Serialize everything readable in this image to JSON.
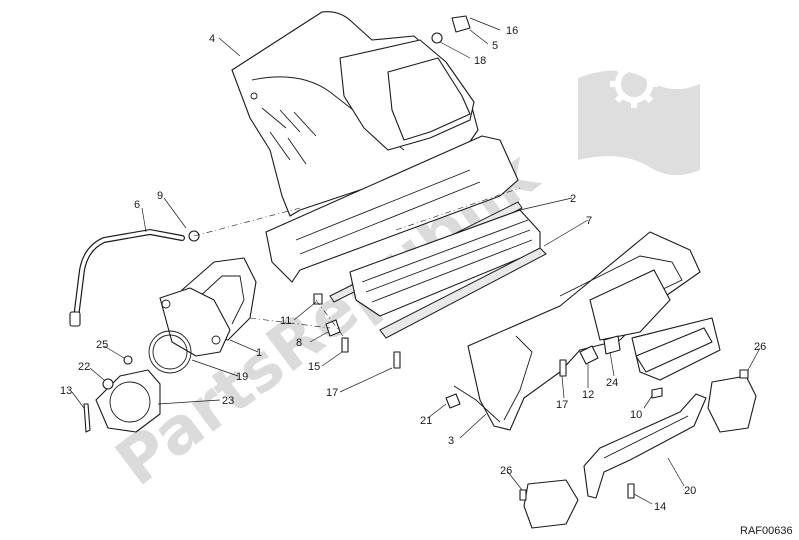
{
  "watermark": {
    "text": "PartsRepublik"
  },
  "drawing_code": "RAF00636",
  "colors": {
    "line": "#1a1a1a",
    "watermark": "#cfcfcf",
    "background": "#ffffff"
  },
  "callouts": [
    {
      "id": "c1",
      "label": "1"
    },
    {
      "id": "c2",
      "label": "2"
    },
    {
      "id": "c3",
      "label": "3"
    },
    {
      "id": "c4",
      "label": "4"
    },
    {
      "id": "c5",
      "label": "5"
    },
    {
      "id": "c6",
      "label": "6"
    },
    {
      "id": "c7",
      "label": "7"
    },
    {
      "id": "c8",
      "label": "8"
    },
    {
      "id": "c9",
      "label": "9"
    },
    {
      "id": "c10",
      "label": "10"
    },
    {
      "id": "c11",
      "label": "11"
    },
    {
      "id": "c12",
      "label": "12"
    },
    {
      "id": "c13",
      "label": "13"
    },
    {
      "id": "c14",
      "label": "14"
    },
    {
      "id": "c15",
      "label": "15"
    },
    {
      "id": "c16",
      "label": "16"
    },
    {
      "id": "c17a",
      "label": "17"
    },
    {
      "id": "c17b",
      "label": "17"
    },
    {
      "id": "c18",
      "label": "18"
    },
    {
      "id": "c19",
      "label": "19"
    },
    {
      "id": "c20",
      "label": "20"
    },
    {
      "id": "c21",
      "label": "21"
    },
    {
      "id": "c22",
      "label": "22"
    },
    {
      "id": "c23",
      "label": "23"
    },
    {
      "id": "c24",
      "label": "24"
    },
    {
      "id": "c25",
      "label": "25"
    },
    {
      "id": "c26a",
      "label": "26"
    },
    {
      "id": "c26b",
      "label": "26"
    }
  ]
}
